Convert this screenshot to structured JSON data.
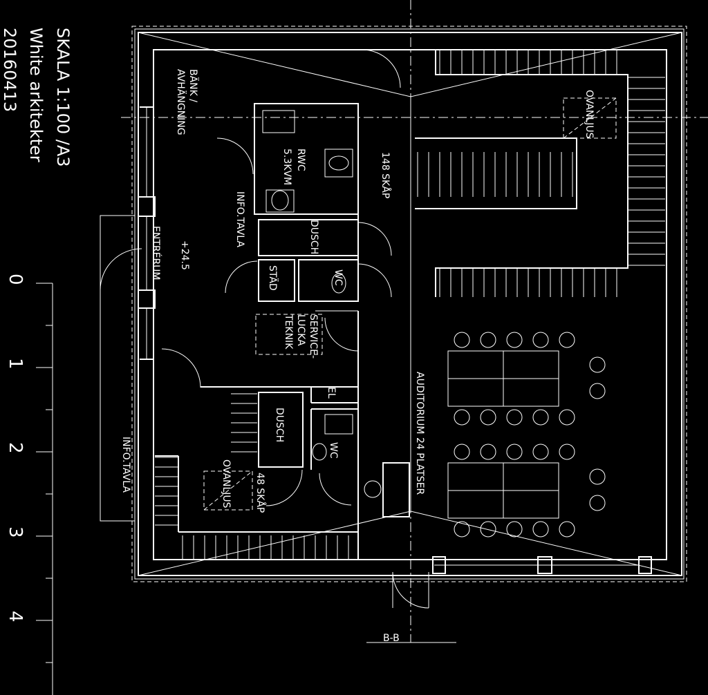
{
  "title_block": {
    "scale": "SKALA 1:100 /A3",
    "office": "White arkitekter",
    "date": "20160413"
  },
  "scale_bar": {
    "ticks": [
      "0",
      "1",
      "2",
      "3",
      "4"
    ]
  },
  "section_marker": "B-B",
  "level": "+24.5",
  "rooms": {
    "bank": [
      "BÄNK /",
      "AVHÄNGNING"
    ],
    "rwc": [
      "RWC",
      "5.3KVM"
    ],
    "skap_north": "148 SKÅP",
    "info_north": "INFO.TAVLA",
    "dusch_north": "DUSCH",
    "entrerum": "ENTRÉRUM",
    "stad": "STÄD",
    "wc_north": "WC",
    "service": [
      "SERVICE-",
      "LUCKA",
      "TEKNIK"
    ],
    "el": "EL",
    "ovanljus_north": "OVANLJUS",
    "auditorium": "AUDITORIUM 24 PLATSER",
    "dusch_south": "DUSCH",
    "wc_south": "WC",
    "skap_south": "48 SKÅP",
    "ovanljus_south": "OVANLJUS",
    "info_south": "INFO.TAVLA"
  }
}
